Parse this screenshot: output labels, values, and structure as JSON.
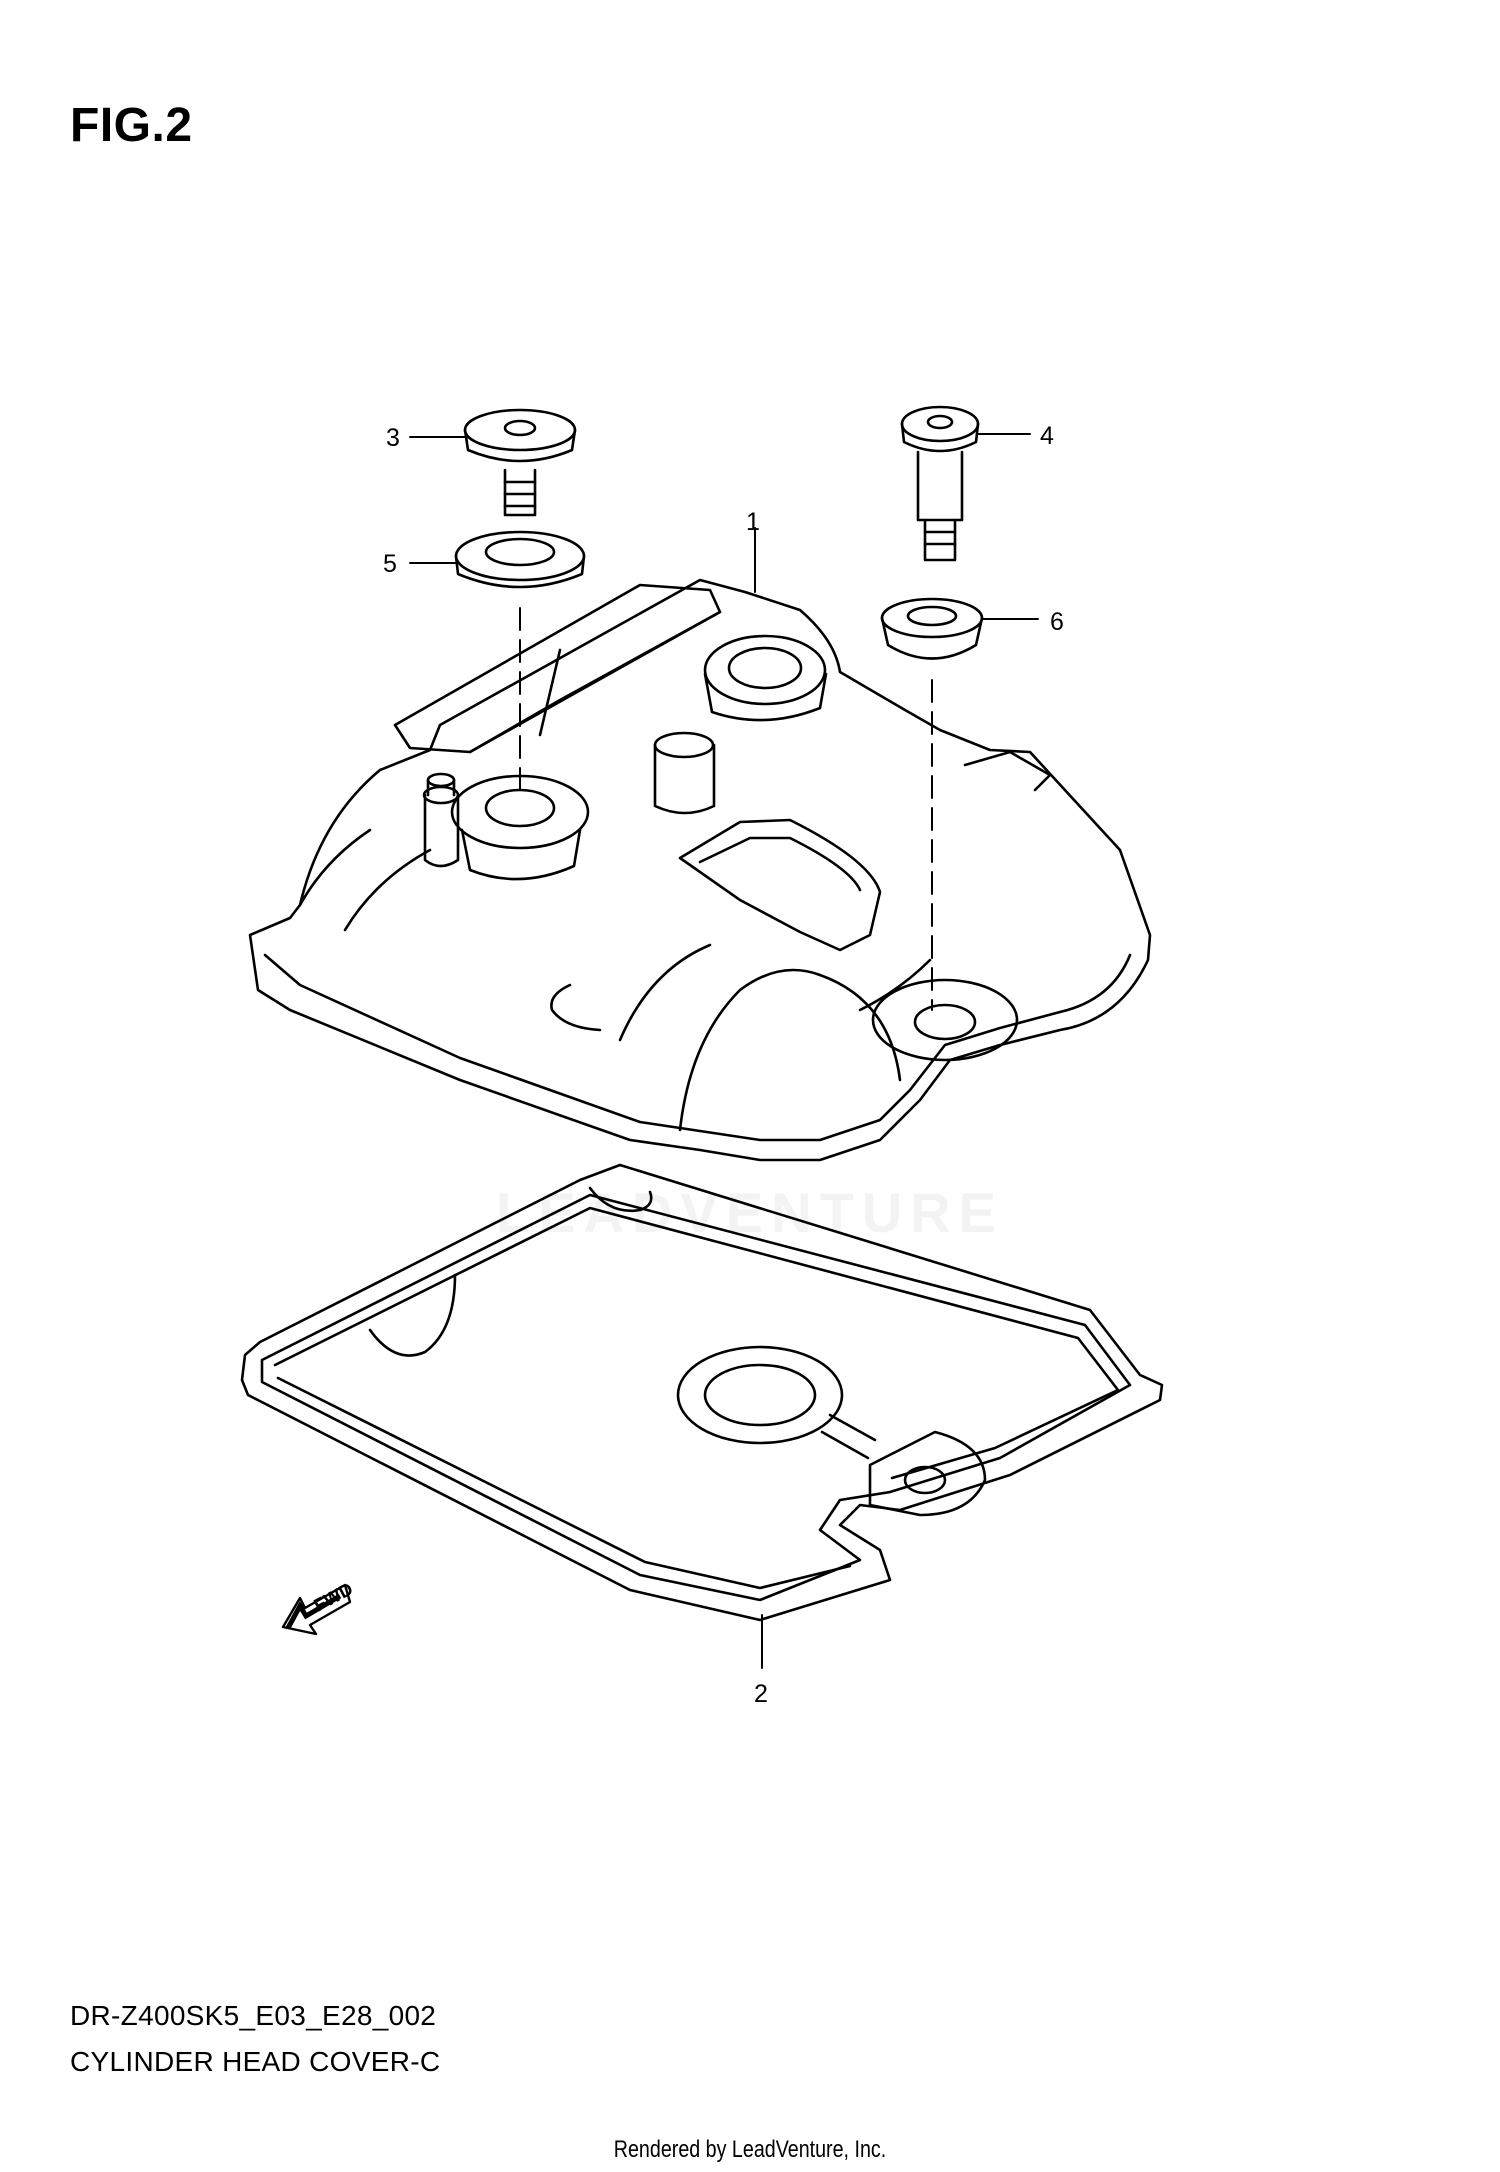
{
  "figure": {
    "title": "FIG.2"
  },
  "callouts": [
    "1",
    "2",
    "3",
    "4",
    "5",
    "6"
  ],
  "fwd_label": "FWD",
  "watermark": "LEADVENTURE",
  "model_code": "DR-Z400SK5_E03_E28_002",
  "part_name": "CYLINDER HEAD COVER-C",
  "footer": "Rendered by LeadVenture, Inc."
}
